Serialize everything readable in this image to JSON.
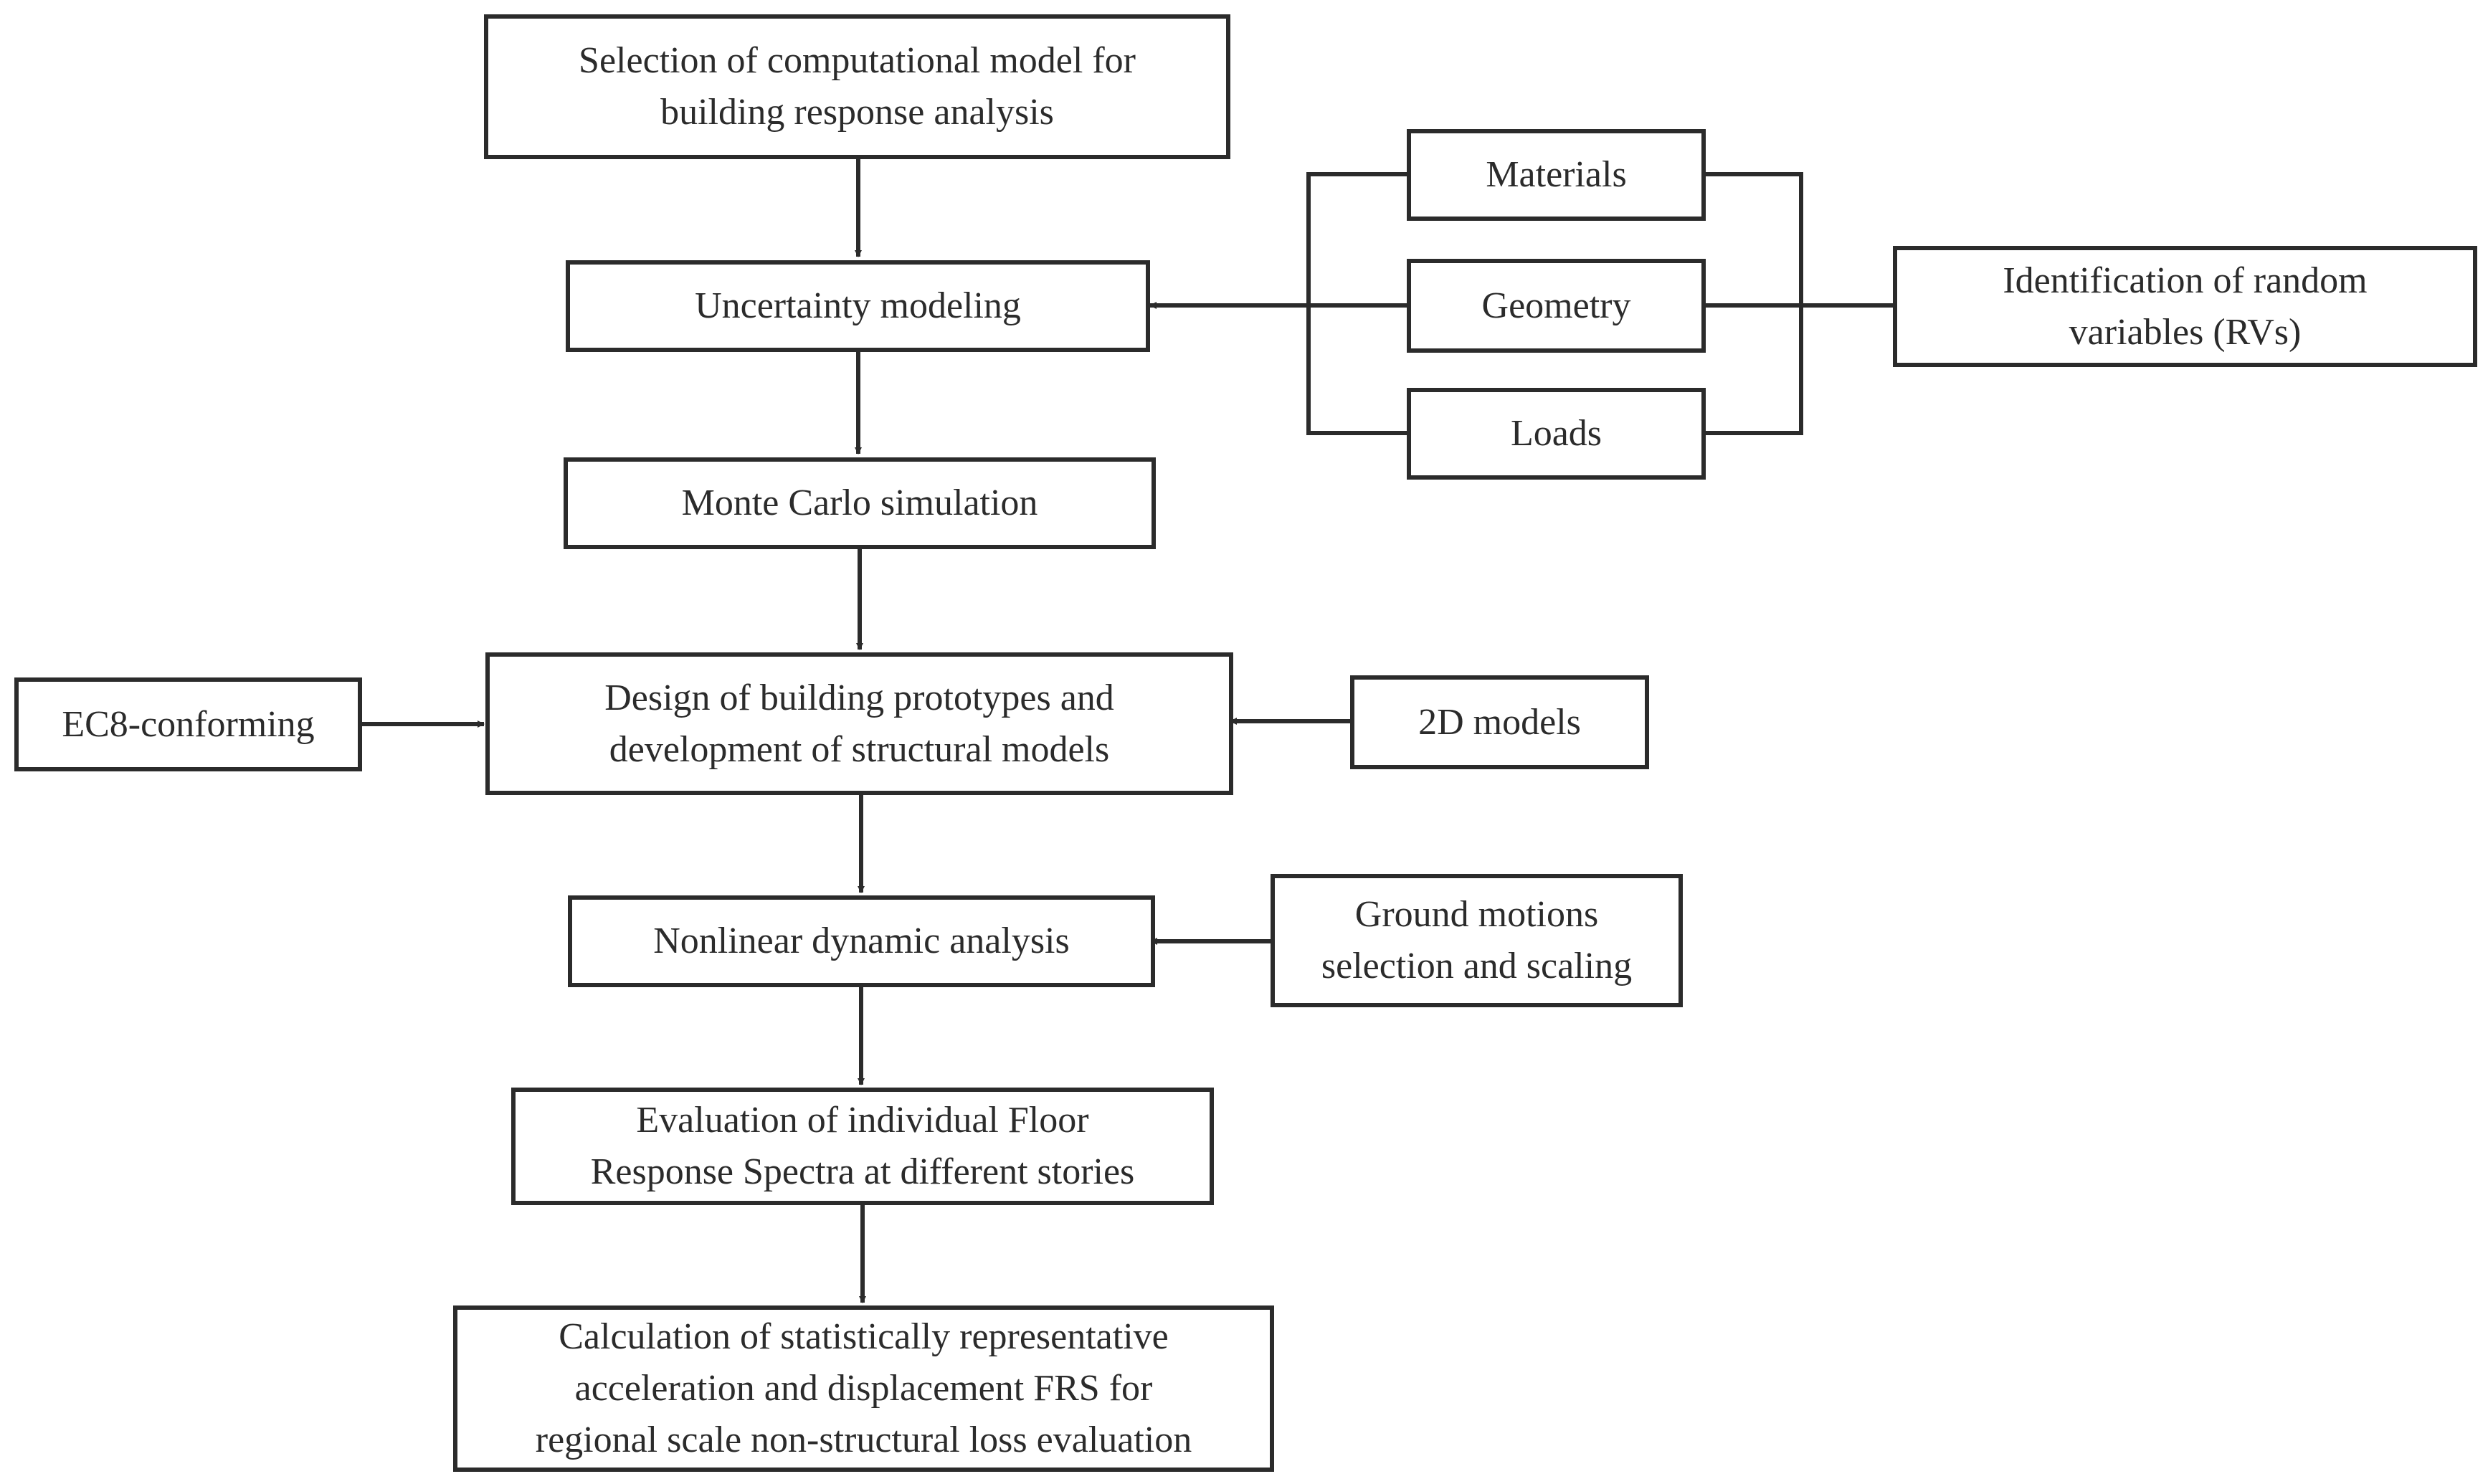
{
  "colors": {
    "stroke": "#2b2b2b",
    "background": "#ffffff"
  },
  "boxes": {
    "selection": {
      "lines": [
        "Selection of computational  model for",
        "building response analysis"
      ]
    },
    "uncertainty": {
      "lines": [
        "Uncertainty  modeling"
      ]
    },
    "monte_carlo": {
      "lines": [
        "Monte  Carlo simulation"
      ]
    },
    "design": {
      "lines": [
        "Design of building prototypes and",
        "development  of structural  models"
      ]
    },
    "nonlinear": {
      "lines": [
        "Nonlinear  dynamic  analysis"
      ]
    },
    "evaluation": {
      "lines": [
        "Evaluation of individual Floor",
        "Response Spectra at different stories"
      ]
    },
    "calculation": {
      "lines": [
        "Calculation of statistically representative",
        "acceleration and displacement FRS for",
        "regional scale non-structural  loss evaluation"
      ]
    },
    "materials": {
      "lines": [
        "Materials"
      ]
    },
    "geometry": {
      "lines": [
        "Geometry"
      ]
    },
    "loads": {
      "lines": [
        "Loads"
      ]
    },
    "identification": {
      "lines": [
        "Identification  of random",
        "variables (RVs)"
      ]
    },
    "ec8": {
      "lines": [
        "EC8-conforming"
      ]
    },
    "models_2d": {
      "lines": [
        "2D models"
      ]
    },
    "ground_motions": {
      "lines": [
        "Ground motions",
        "selection and scaling"
      ]
    }
  }
}
